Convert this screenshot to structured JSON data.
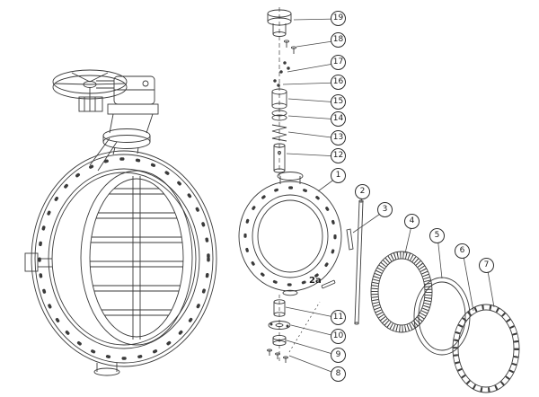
{
  "diagram": {
    "kind": "exploded-parts-drawing"
  },
  "colors": {
    "line": "#3a3a3a",
    "background": "#ffffff"
  },
  "callouts": {
    "c19": {
      "label": "19"
    },
    "c18": {
      "label": "18"
    },
    "c17": {
      "label": "17"
    },
    "c16": {
      "label": "16"
    },
    "c15": {
      "label": "15"
    },
    "c14": {
      "label": "14"
    },
    "c13": {
      "label": "13"
    },
    "c12": {
      "label": "12"
    },
    "c1": {
      "label": "1"
    },
    "c2": {
      "label": "2"
    },
    "c3": {
      "label": "3"
    },
    "c4": {
      "label": "4"
    },
    "c5": {
      "label": "5"
    },
    "c6": {
      "label": "6"
    },
    "c7": {
      "label": "7"
    },
    "c11": {
      "label": "11"
    },
    "c10": {
      "label": "10"
    },
    "c9": {
      "label": "9"
    },
    "c8": {
      "label": "8"
    },
    "c2a": {
      "label": "2a"
    }
  }
}
